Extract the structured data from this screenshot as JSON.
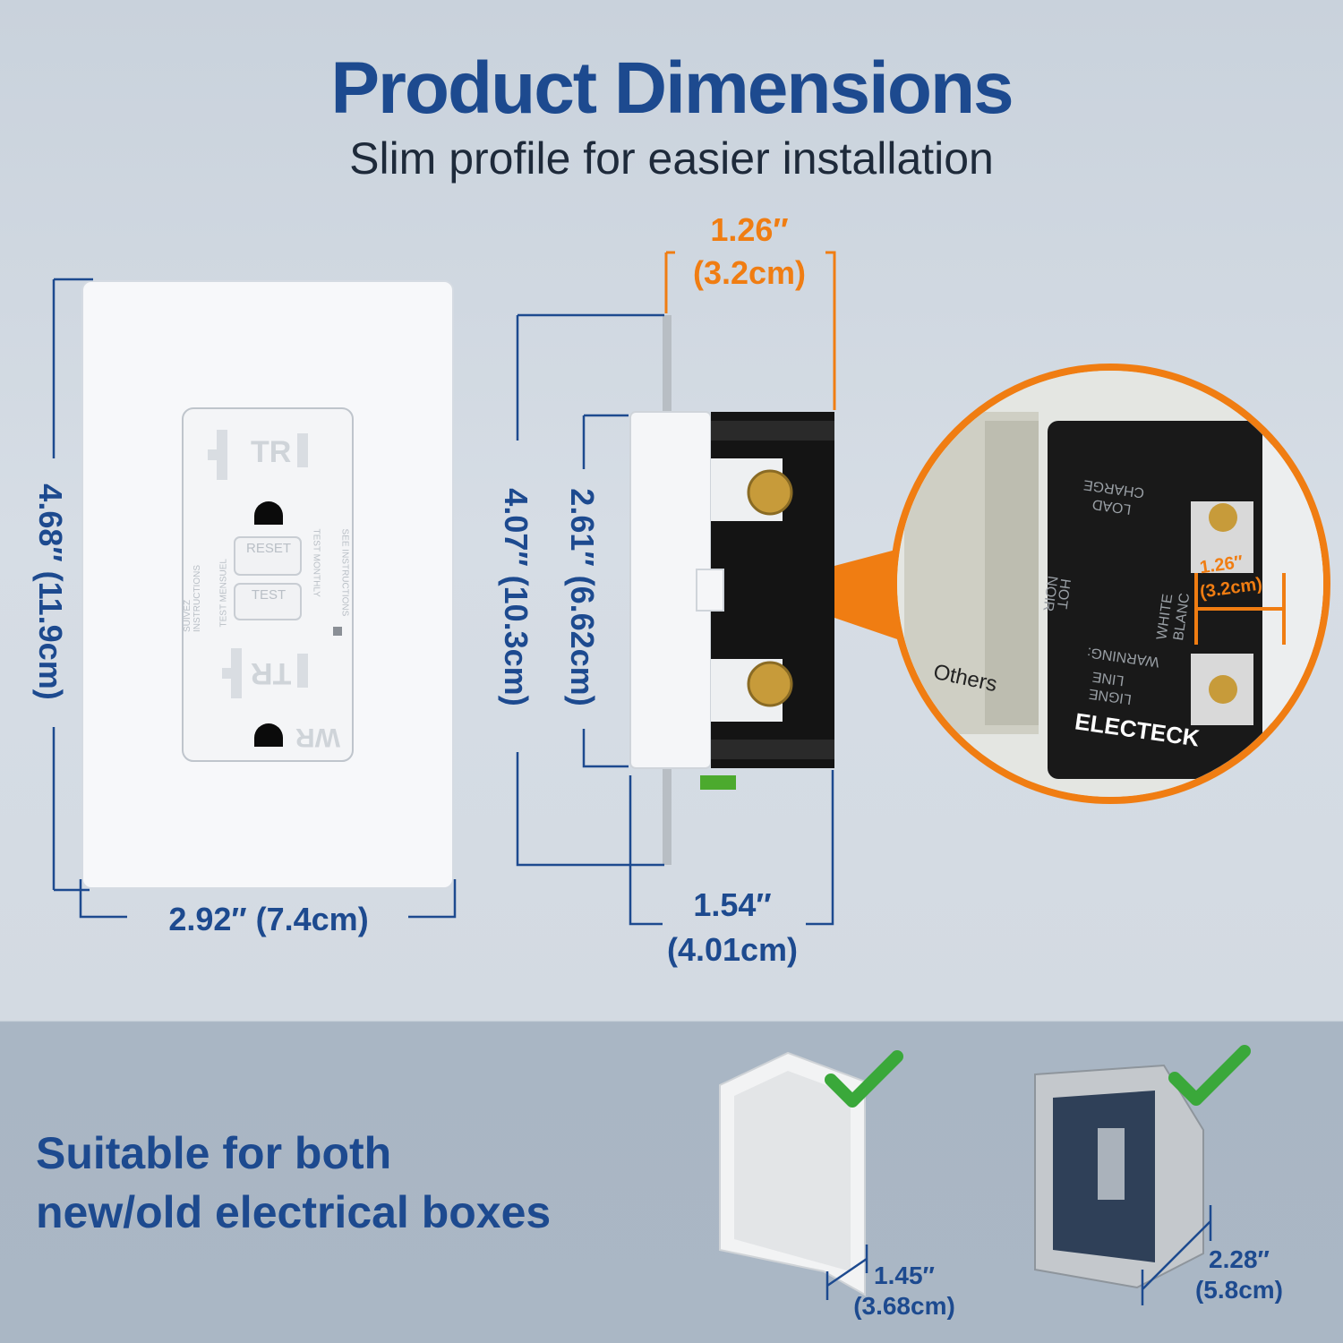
{
  "header": {
    "title": "Product Dimensions",
    "subtitle": "Slim profile for easier installation"
  },
  "front_view": {
    "height_label": "4.68″ (11.9cm)",
    "width_label": "2.92″ (7.4cm)",
    "outlet_labels": {
      "tr_top": "TR",
      "tr_bottom": "TR",
      "reset": "RESET",
      "test": "TEST",
      "wr": "WR",
      "side_left": "SUIVEZ INSTRUCTIONS",
      "side_left2": "TEST MENSUEL",
      "side_right": "TEST MONTHLY",
      "side_right2": "SEE INSTRUCTIONS"
    }
  },
  "side_view": {
    "top_depth_label_in": "1.26″",
    "top_depth_label_cm": "(3.2cm)",
    "height_total_label": "4.07″ (10.3cm)",
    "height_inner_label": "2.61″ (6.62cm)",
    "bottom_depth_label_in": "1.54″",
    "bottom_depth_label_cm": "(4.01cm)"
  },
  "zoom_callout": {
    "depth_label_in": "1.26″",
    "depth_label_cm": "(3.2cm)",
    "others_label": "Others",
    "brand": "ELECTECK",
    "labels": [
      "CHARGE",
      "LOAD",
      "LINE",
      "LIGNE",
      "HOT",
      "NOIR",
      "WHITE",
      "BLANC",
      "WARNING:"
    ]
  },
  "bottom": {
    "title_line1": "Suitable for both",
    "title_line2": "new/old electrical boxes",
    "box1_in": "1.45″",
    "box1_cm": "(3.68cm)",
    "box2_in": "2.28″",
    "box2_cm": "(5.8cm)"
  },
  "colors": {
    "brand_blue": "#1d4a8f",
    "accent_orange": "#f07d12",
    "check_green": "#3aa83a"
  }
}
